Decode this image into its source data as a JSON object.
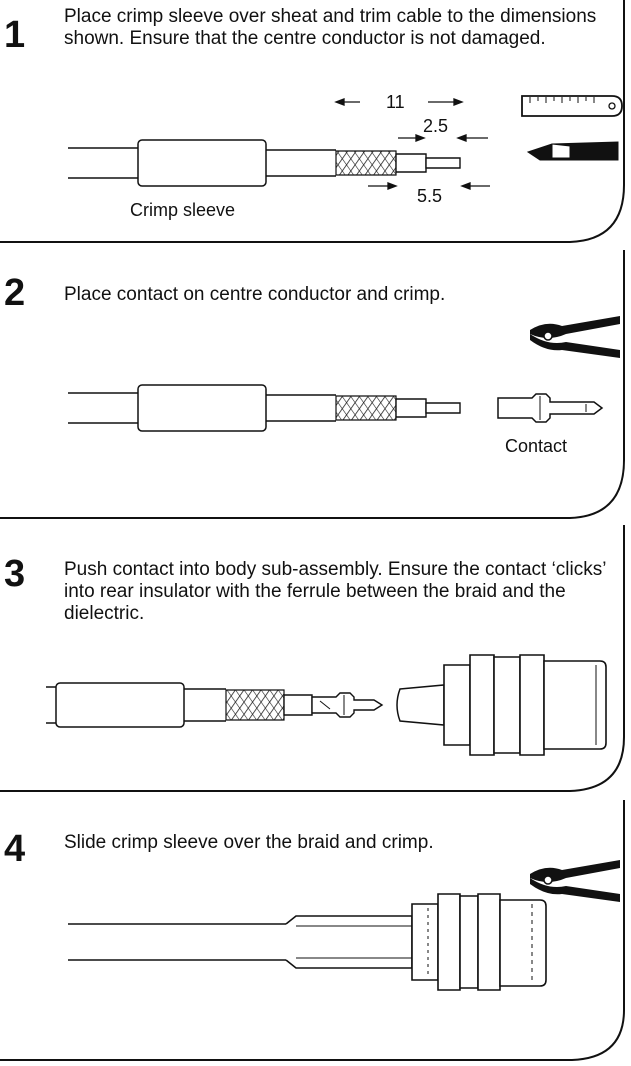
{
  "steps": [
    {
      "number": "1",
      "text": "Place crimp sleeve over sheat and trim cable to the dimensions shown. Ensure that the centre conductor is not damaged.",
      "labels": {
        "crimp_sleeve": "Crimp sleeve",
        "dim_total": "11",
        "dim_pin": "2.5",
        "dim_braid": "5.5"
      },
      "tools": [
        "ruler-icon",
        "knife-icon"
      ]
    },
    {
      "number": "2",
      "text": "Place contact on centre conductor and crimp.",
      "labels": {
        "contact": "Contact"
      },
      "tools": [
        "crimp-tool-icon"
      ]
    },
    {
      "number": "3",
      "text": "Push contact into body sub-assembly. Ensure the contact ‘clicks’ into rear insulator with the ferrule between the braid and the dielectric.",
      "labels": {},
      "tools": []
    },
    {
      "number": "4",
      "text": "Slide crimp sleeve over the braid and crimp.",
      "labels": {},
      "tools": [
        "crimp-tool-icon"
      ]
    }
  ]
}
